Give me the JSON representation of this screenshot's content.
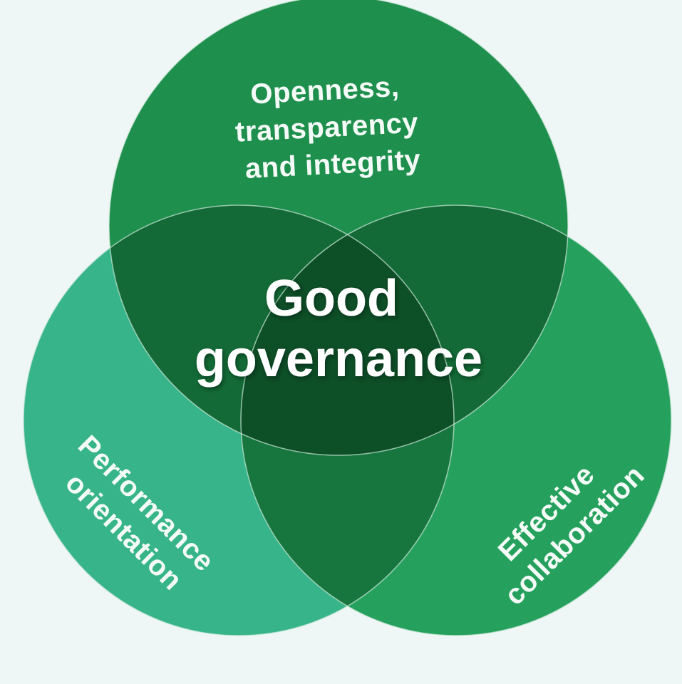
{
  "diagram": {
    "type": "venn-3",
    "circles": [
      {
        "id": "top",
        "label_lines": [
          "Openness,",
          "transparency",
          "and integrity"
        ],
        "color": "#1f8f4d"
      },
      {
        "id": "left",
        "label_lines": [
          "Performance",
          "orientation"
        ],
        "color": "#37b489"
      },
      {
        "id": "right",
        "label_lines": [
          "Effective",
          "collaboration"
        ],
        "color": "#25a15d"
      }
    ],
    "center": {
      "label_lines": [
        "Good",
        "governance"
      ]
    },
    "colors": {
      "background": "#eef6f6",
      "overlap_pair": "#136a36",
      "overlap_center": "#0d4f27",
      "outline": "#cfe9dc",
      "text": "#ffffff"
    }
  }
}
